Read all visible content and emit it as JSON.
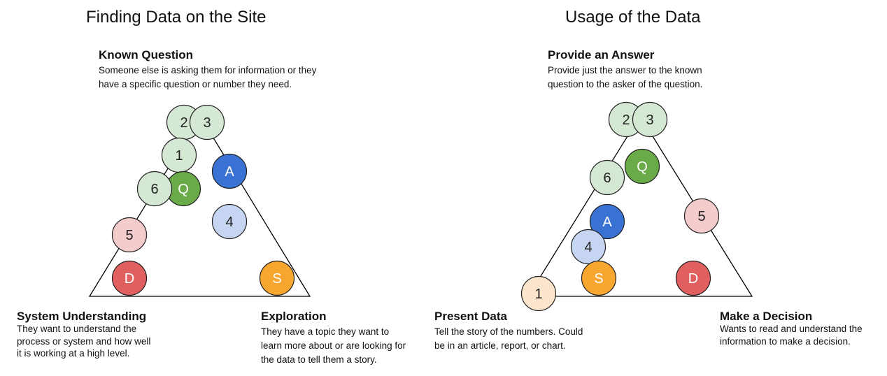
{
  "left": {
    "title": "Finding Data on the Site",
    "top": {
      "heading": "Known Question",
      "lines": [
        "Someone else is asking them for information or they",
        "have a specific question or number they need."
      ]
    },
    "bottom_left": {
      "heading": "System Understanding",
      "lines": [
        "They want to understand the",
        "process or system and how well",
        "it is working at a high level."
      ]
    },
    "bottom_right": {
      "heading": "Exploration",
      "lines": [
        "They have a topic they want to",
        "learn more about or are looking for",
        "the data to tell them a story."
      ]
    },
    "nodes": [
      {
        "label": "2",
        "color": "#d5e8d4",
        "text_color": "#222222"
      },
      {
        "label": "3",
        "color": "#d5e8d4",
        "text_color": "#222222"
      },
      {
        "label": "1",
        "color": "#d5e8d4",
        "text_color": "#222222"
      },
      {
        "label": "A",
        "color": "#3a72d4",
        "text_color": "#ffffff"
      },
      {
        "label": "Q",
        "color": "#6aaa48",
        "text_color": "#ffffff"
      },
      {
        "label": "6",
        "color": "#d5e8d4",
        "text_color": "#222222"
      },
      {
        "label": "4",
        "color": "#c6d6f2",
        "text_color": "#222222"
      },
      {
        "label": "5",
        "color": "#f4cccc",
        "text_color": "#222222"
      },
      {
        "label": "D",
        "color": "#e06060",
        "text_color": "#ffffff"
      },
      {
        "label": "S",
        "color": "#f7a630",
        "text_color": "#ffffff"
      }
    ]
  },
  "right": {
    "title": "Usage of the Data",
    "top": {
      "heading": "Provide an Answer",
      "lines": [
        "Provide just the answer to the known",
        "question to the asker of the question."
      ]
    },
    "bottom_left": {
      "heading": "Present Data",
      "lines": [
        "Tell the story of the numbers.  Could",
        "be in an article, report, or chart."
      ]
    },
    "bottom_right": {
      "heading": "Make a Decision",
      "lines": [
        "Wants to read and understand the",
        "information to make a decision."
      ]
    },
    "nodes": [
      {
        "label": "2",
        "color": "#d5e8d4",
        "text_color": "#222222"
      },
      {
        "label": "3",
        "color": "#d5e8d4",
        "text_color": "#222222"
      },
      {
        "label": "Q",
        "color": "#6aaa48",
        "text_color": "#ffffff"
      },
      {
        "label": "6",
        "color": "#d5e8d4",
        "text_color": "#222222"
      },
      {
        "label": "5",
        "color": "#f4cccc",
        "text_color": "#222222"
      },
      {
        "label": "A",
        "color": "#3a72d4",
        "text_color": "#ffffff"
      },
      {
        "label": "4",
        "color": "#c6d6f2",
        "text_color": "#222222"
      },
      {
        "label": "S",
        "color": "#f7a630",
        "text_color": "#ffffff"
      },
      {
        "label": "D",
        "color": "#e06060",
        "text_color": "#ffffff"
      },
      {
        "label": "1",
        "color": "#fce5cd",
        "text_color": "#222222"
      }
    ]
  }
}
